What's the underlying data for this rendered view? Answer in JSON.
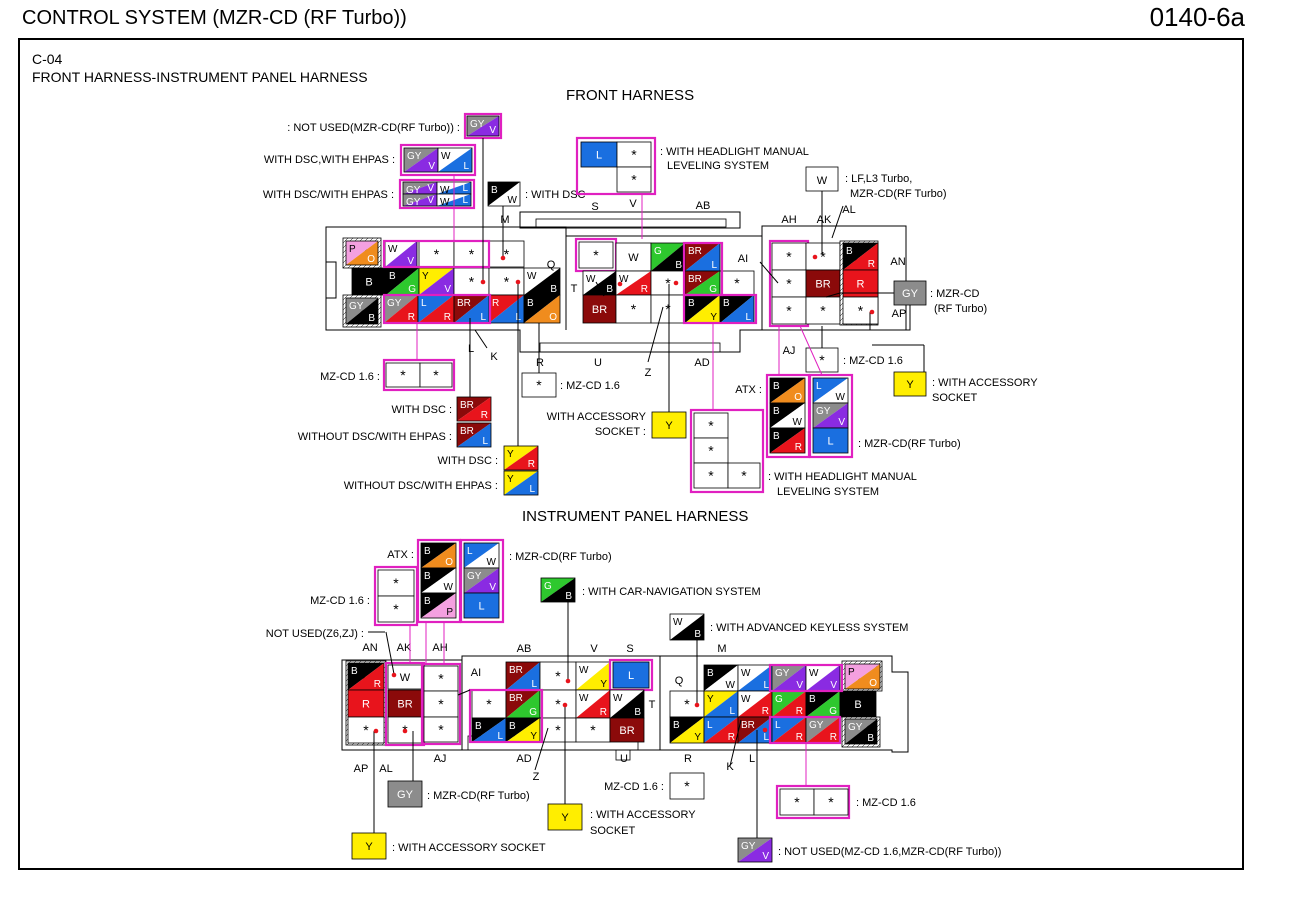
{
  "header": {
    "title": "CONTROL SYSTEM (MZR-CD (RF Turbo))",
    "page": "0140-6a"
  },
  "connector": {
    "code": "C-04",
    "name": "FRONT HARNESS-INSTRUMENT PANEL HARNESS"
  },
  "colors": {
    "B": "#000000",
    "W": "#ffffff",
    "R": "#e8141c",
    "G": "#2ec82e",
    "L": "#1a6fe0",
    "Y": "#ffee00",
    "BR": "#8b0a0a",
    "GY": "#8c8c8c",
    "V": "#8a2be2",
    "O": "#f08c1e",
    "P": "#f4a0e0",
    "frame": "#e020c0"
  },
  "front": {
    "heading": "FRONT HARNESS",
    "terms": [
      "M",
      "S",
      "V",
      "AB",
      "AH",
      "AK",
      "AL",
      "AN",
      "Q",
      "T",
      "AI",
      "AP",
      "AJ",
      "L",
      "K",
      "R",
      "U",
      "Z",
      "AD"
    ],
    "notes": [
      {
        "id": "n1",
        "text": ": NOT USED(MZR-CD(RF Turbo)) :"
      },
      {
        "id": "n2",
        "text": "WITH DSC,WITH EHPAS :"
      },
      {
        "id": "n3",
        "text": "WITH DSC/WITH EHPAS :"
      },
      {
        "id": "n4",
        "text": ": WITH DSC"
      },
      {
        "id": "n5",
        "text": ": WITH HEADLIGHT MANUAL"
      },
      {
        "id": "n5b",
        "text": "LEVELING SYSTEM"
      },
      {
        "id": "n6",
        "text": ": LF,L3 Turbo,"
      },
      {
        "id": "n6b",
        "text": "MZR-CD(RF Turbo)"
      },
      {
        "id": "n7",
        "text": ": MZR-CD"
      },
      {
        "id": "n7b",
        "text": "(RF Turbo)"
      },
      {
        "id": "n8",
        "text": ": MZ-CD 1.6"
      },
      {
        "id": "n9",
        "text": ": WITH ACCESSORY"
      },
      {
        "id": "n9b",
        "text": "SOCKET"
      },
      {
        "id": "n10",
        "text": "MZ-CD 1.6 :"
      },
      {
        "id": "n11",
        "text": ": MZ-CD 1.6"
      },
      {
        "id": "n12",
        "text": "WITH DSC :"
      },
      {
        "id": "n13",
        "text": "WITHOUT DSC/WITH EHPAS :"
      },
      {
        "id": "n14",
        "text": "WITH DSC :"
      },
      {
        "id": "n15",
        "text": "WITHOUT DSC/WITH EHPAS :"
      },
      {
        "id": "n16",
        "text": "WITH ACCESSORY"
      },
      {
        "id": "n16b",
        "text": "SOCKET :"
      },
      {
        "id": "n17",
        "text": "ATX :"
      },
      {
        "id": "n18",
        "text": ": MZR-CD(RF Turbo)"
      },
      {
        "id": "n19",
        "text": ": WITH HEADLIGHT MANUAL"
      },
      {
        "id": "n19b",
        "text": "LEVELING SYSTEM"
      }
    ]
  },
  "ip": {
    "heading": "INSTRUMENT PANEL HARNESS",
    "terms": [
      "AN",
      "AK",
      "AH",
      "AB",
      "V",
      "S",
      "M",
      "Q",
      "T",
      "AI",
      "AP",
      "AL",
      "AJ",
      "AD",
      "Z",
      "U",
      "R",
      "L",
      "K"
    ],
    "notes": [
      {
        "id": "p1",
        "text": "ATX :"
      },
      {
        "id": "p2",
        "text": ": MZR-CD(RF Turbo)"
      },
      {
        "id": "p3",
        "text": ": WITH CAR-NAVIGATION SYSTEM"
      },
      {
        "id": "p4",
        "text": "MZ-CD 1.6 :"
      },
      {
        "id": "p5",
        "text": "NOT USED(Z6,ZJ) :"
      },
      {
        "id": "p6",
        "text": ": WITH ADVANCED KEYLESS SYSTEM"
      },
      {
        "id": "p7",
        "text": ": MZR-CD(RF Turbo)"
      },
      {
        "id": "p8",
        "text": ": WITH ACCESSORY"
      },
      {
        "id": "p8b",
        "text": "SOCKET"
      },
      {
        "id": "p9",
        "text": "MZ-CD 1.6 :"
      },
      {
        "id": "p10",
        "text": ": MZ-CD 1.6"
      },
      {
        "id": "p11",
        "text": ": WITH ACCESSORY SOCKET"
      },
      {
        "id": "p12",
        "text": ": NOT USED(MZ-CD 1.6,MZR-CD(RF Turbo))"
      }
    ]
  }
}
